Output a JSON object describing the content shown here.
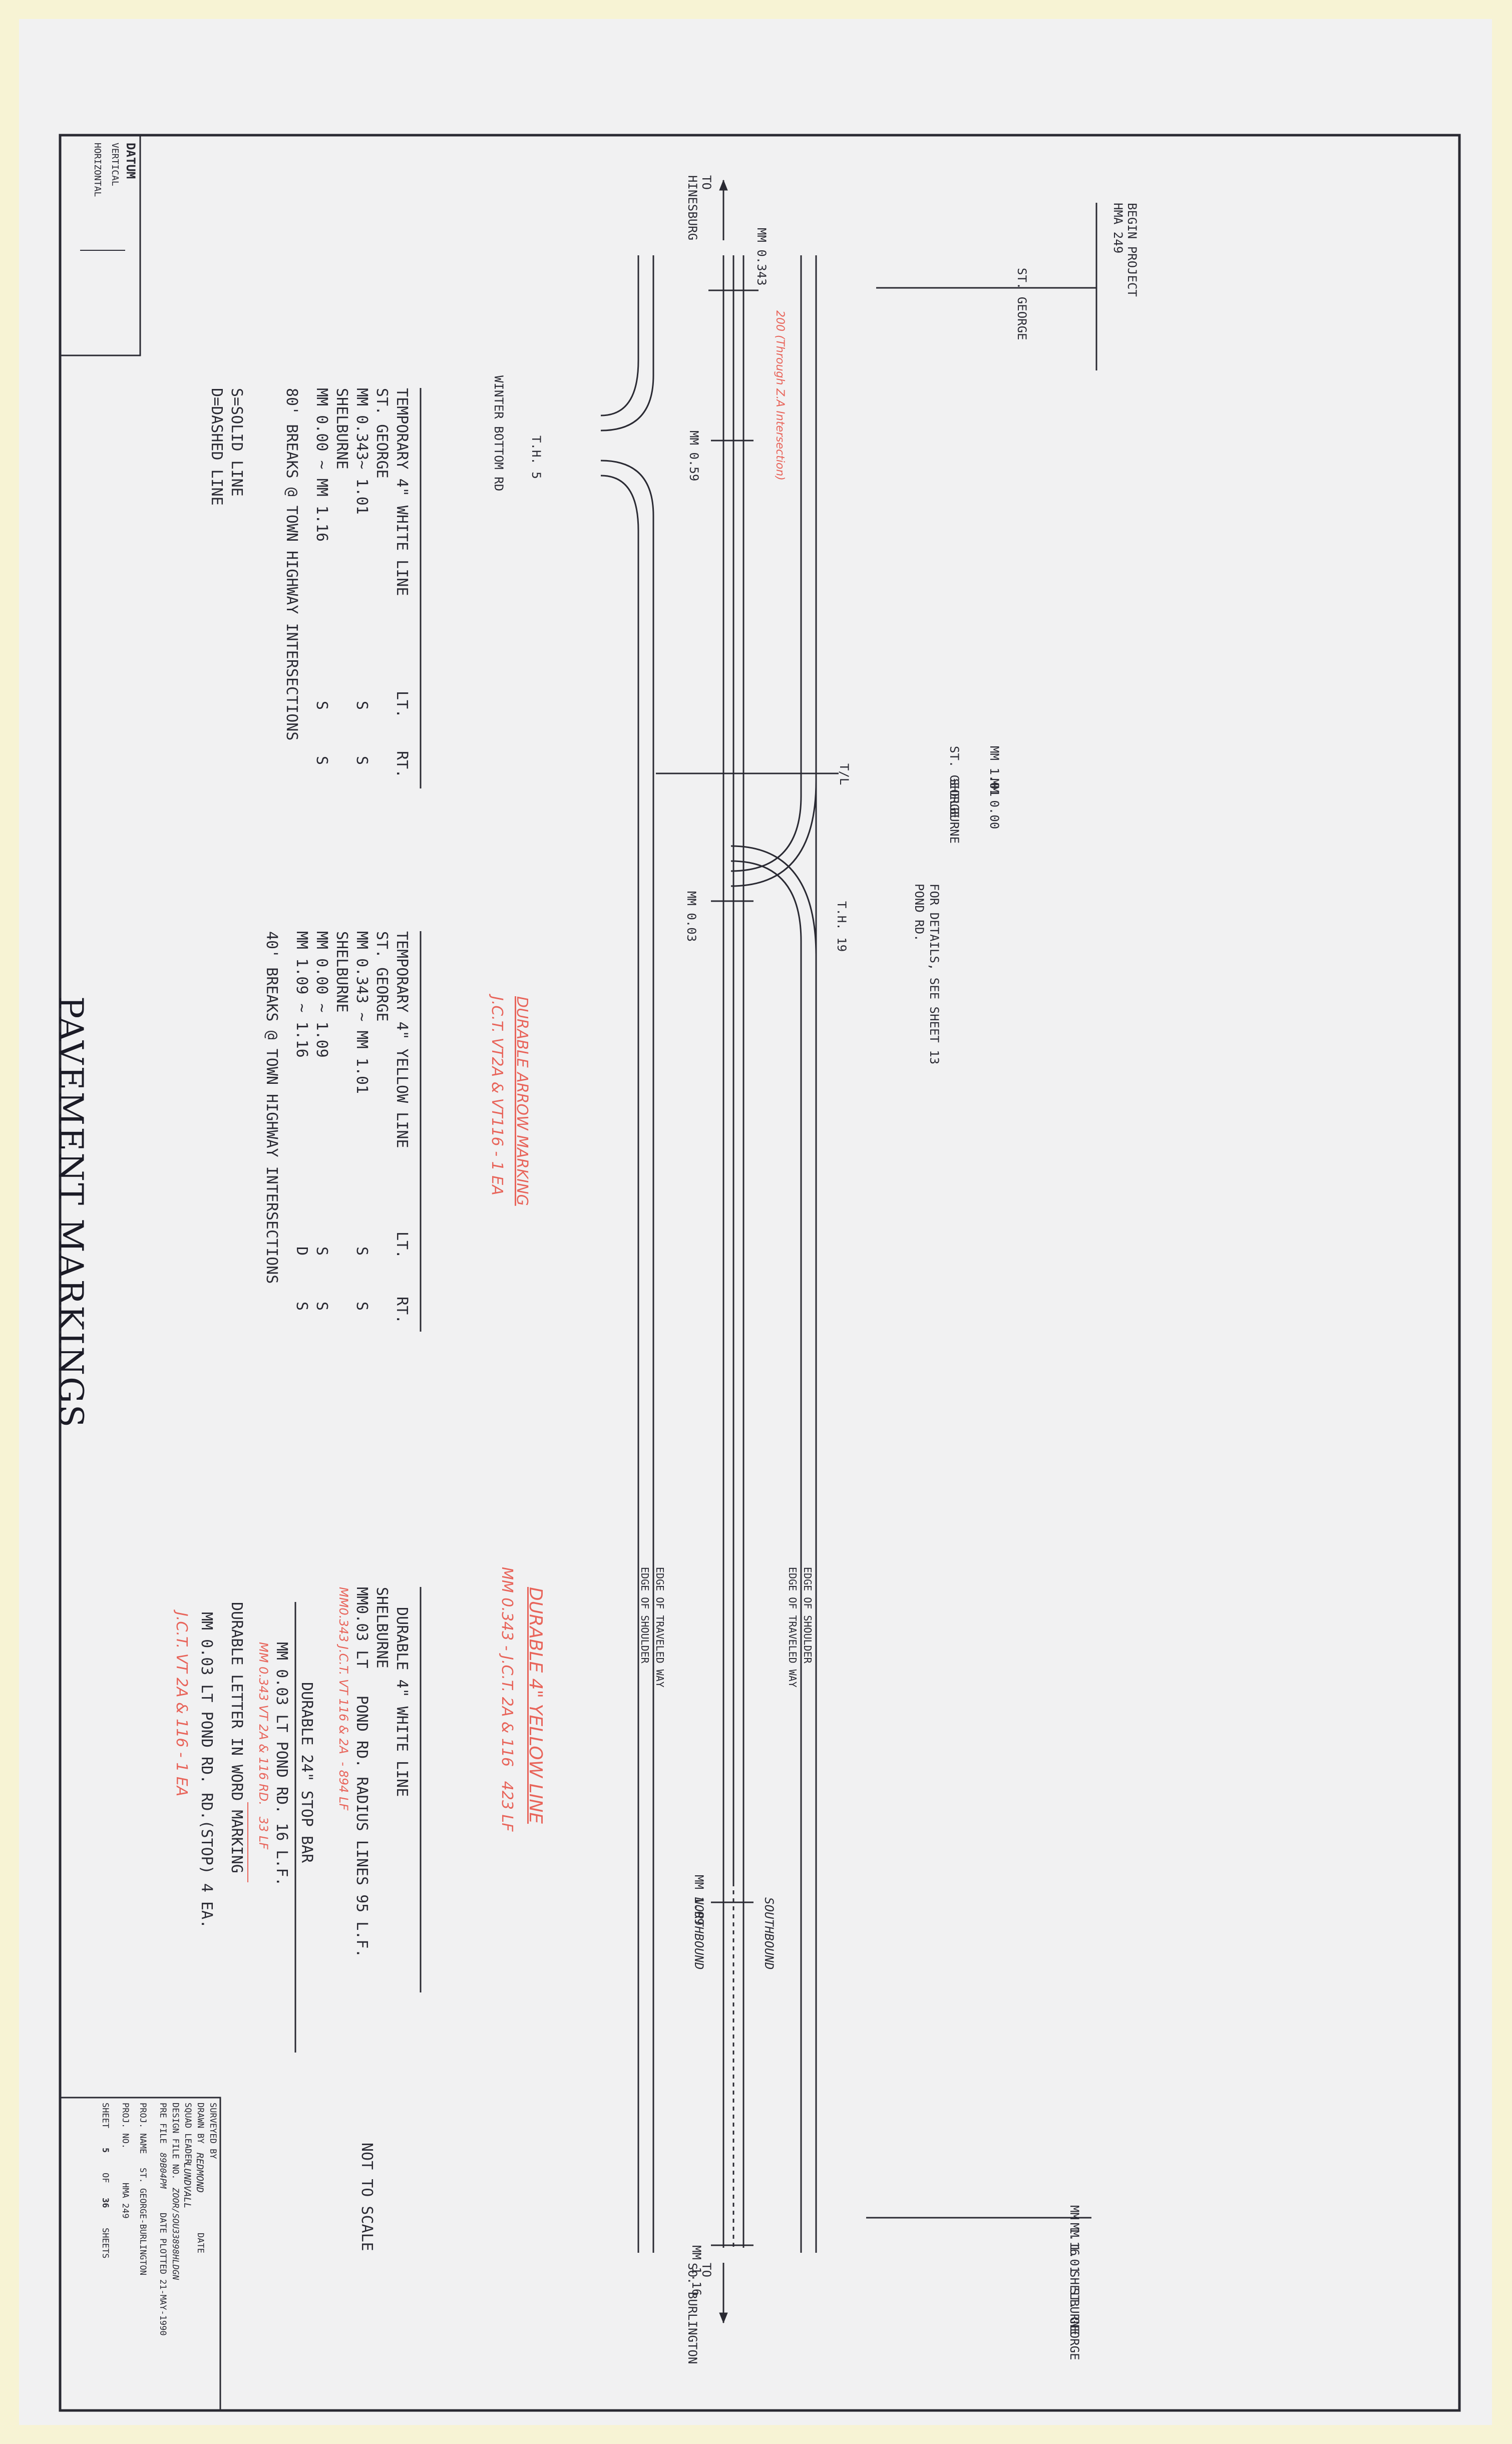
{
  "title": "PAVEMENT MARKINGS",
  "datum_box": {
    "heading": "DATUM",
    "vertical": "VERTICAL",
    "horizontal": "HORIZONTAL"
  },
  "roads": {
    "to_hinesburg": "TO\nHINESBURG",
    "to_so_burlington": "TO\nSO. BURLINGTON",
    "winter_bottom_rd": "WINTER BOTTOM RD",
    "th5": "T.H. 5",
    "th19": "T.H. 19",
    "pond_rd": "POND RD.",
    "pond_details": "FOR DETAILS, SEE SHEET 13",
    "edge_shoulder_top": "EDGE OF SHOULDER",
    "edge_traveled_top": "EDGE OF TRAVELED WAY",
    "edge_traveled_bottom": "EDGE OF TRAVELED WAY",
    "edge_shoulder_bottom": "EDGE OF SHOULDER",
    "southbound": "SOUTHBOUND",
    "northbound": "NORTHBOUND"
  },
  "stations": {
    "begin_project": "BEGIN PROJECT\nHMA 249",
    "begin_st_george": "ST. GEORGE",
    "mm_0343": "MM 0.343",
    "mm_059": "MM 0.59",
    "mm_101": "MM 1.01",
    "mm_101_town": "ST. GEORGE",
    "mm_000": "MM 0.00",
    "mm_000_town": "SHELBURNE",
    "tl": "T/L",
    "mm_003": "MM 0.03",
    "mm_109": "MM 1.09",
    "mm_116": "MM 1.16",
    "end_mm_116": "MM 1.16  SHELBURNE",
    "end_mm_101": "MM 1.01  ST. GEORGE"
  },
  "white_table": {
    "header": "TEMPORARY 4\" WHITE LINE",
    "lt": "LT.",
    "rt": "RT.",
    "rows": [
      {
        "label": "ST. GEORGE",
        "lt": "",
        "rt": ""
      },
      {
        "label": "MM 0.343~ 1.01",
        "lt": "S",
        "rt": "S"
      },
      {
        "label": "SHELBURNE",
        "lt": "",
        "rt": ""
      },
      {
        "label": "MM 0.00 ~ MM 1.16",
        "lt": "S",
        "rt": "S"
      }
    ],
    "note": "80' BREAKS @ TOWN HIGHWAY INTERSECTIONS",
    "legend_s": "S=SOLID LINE",
    "legend_d": "D=DASHED LINE"
  },
  "yellow_table": {
    "header": "TEMPORARY 4\" YELLOW LINE",
    "lt": "LT.",
    "rt": "RT.",
    "rows": [
      {
        "label": "ST. GEORGE",
        "lt": "",
        "rt": ""
      },
      {
        "label": "MM 0.343 ~ MM 1.01",
        "lt": "S",
        "rt": "S"
      },
      {
        "label": "SHELBURNE",
        "lt": "",
        "rt": ""
      },
      {
        "label": "MM 0.00 ~ 1.09",
        "lt": "S",
        "rt": "S"
      },
      {
        "label": "MM 1.09 ~ 1.16",
        "lt": "D",
        "rt": "S"
      }
    ],
    "note": "40' BREAKS @ TOWN HIGHWAY INTERSECTIONS"
  },
  "durable_notes": {
    "white_header": "DURABLE 4\" WHITE LINE",
    "shelburne": "SHELBURNE",
    "radius_line": "MM0.03 LT   POND RD. RADIUS LINES 95 L.F.",
    "stop_header": "DURABLE 24\" STOP BAR",
    "stop_line": "MM 0.03 LT POND RD. 16 L.F.",
    "word_header": "DURABLE LETTER IN WORD MARKING",
    "word_line": "MM 0.03 LT POND RD. RD.(STOP) 4 EA."
  },
  "handwritten": {
    "mm_0343_note": "200 (Through Z.A Intersection)",
    "arrow_1": "DURABLE ARROW MARKING",
    "arrow_2": "J.C.T. VT2A & VT116 - 1 EA",
    "yellow_1": "DURABLE 4\" YELLOW LINE",
    "yellow_2": "MM 0.343 - J.C.T. 2A & 116   423 LF",
    "white_add": "MM0.343 J.C.T. VT 116 & 2A  - 894 LF",
    "stop_add": "MM 0.343 VT 2A & 116 RD.   33 LF",
    "word_add": "J.C.T. VT 2A & 116 - 1 EA"
  },
  "not_to_scale": "NOT TO SCALE",
  "title_block": {
    "surveyed_by": "SURVEYED BY",
    "drawn_by": "DRAWN BY",
    "drawn_name": "REDMOND",
    "squad_leader": "SQUAD LEADER",
    "squad_name": "LUNDVALL",
    "date": "DATE",
    "design_file": "DESIGN FILE NO.",
    "design_file_val": "ZOOR/SOU33898HLDGN",
    "pre_file": "PRE FILE",
    "pre_file_val": "89B04PM",
    "plotted": "DATE PLOTTED 21-MAY-1990",
    "proj_name_lbl": "PROJ. NAME",
    "proj_name": "ST. GEORGE-BURLINGTON",
    "proj_no_lbl": "PROJ. NO.",
    "proj_no": "HMA 249",
    "sheet": "SHEET",
    "sheet_no": "5",
    "of": "OF",
    "total": "36",
    "sheets": "SHEETS"
  },
  "colors": {
    "paper": "#f1f1f2",
    "tape": "#f7f3d4",
    "ink": "#2a2a33",
    "redline": "#e8645a"
  }
}
